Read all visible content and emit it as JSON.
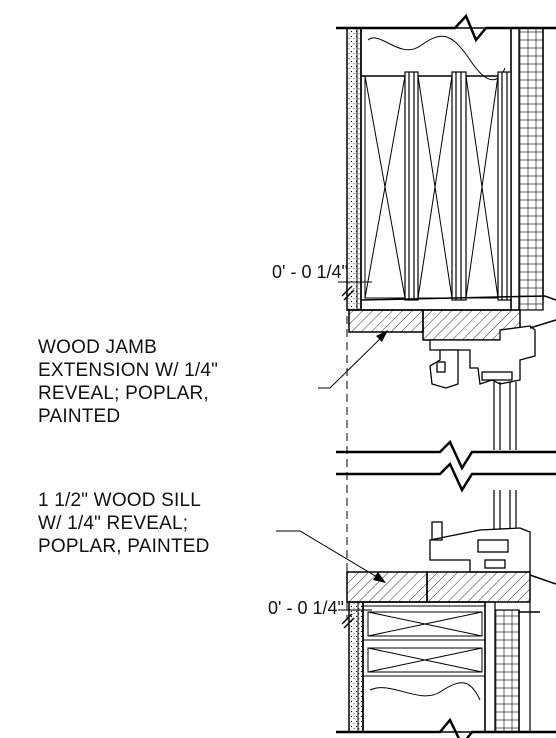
{
  "callouts": {
    "jamb": [
      "WOOD JAMB",
      "EXTENSION W/ 1/4\"",
      "REVEAL; POPLAR,",
      "PAINTED"
    ],
    "sill": [
      "1 1/2\" WOOD SILL",
      "W/ 1/4\" REVEAL;",
      "POPLAR, PAINTED"
    ]
  },
  "dimensions": {
    "head_reveal": "0' - 0 1/4\"",
    "sill_reveal": "0' - 0 1/4\""
  }
}
